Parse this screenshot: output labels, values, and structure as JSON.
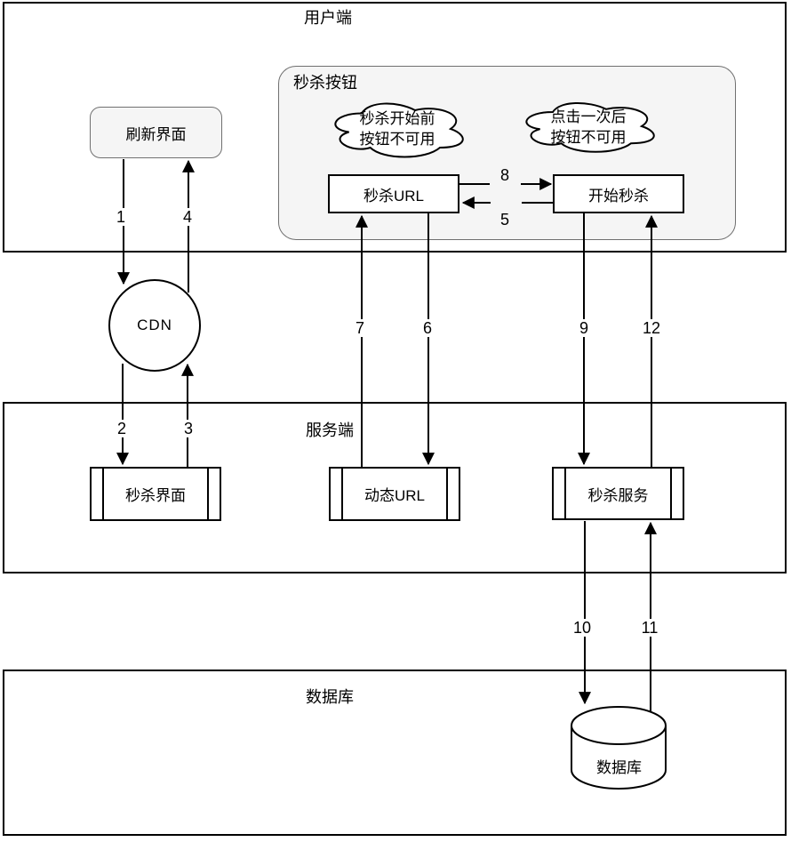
{
  "colors": {
    "section_border": "#000000",
    "group_fill": "#f5f5f5",
    "group_border": "#707070",
    "line": "#000000",
    "node_fill": "#ffffff"
  },
  "sections": {
    "user": {
      "label": "用户端"
    },
    "server": {
      "label": "服务端"
    },
    "database": {
      "label": "数据库"
    }
  },
  "nodes": {
    "refresh_ui": {
      "label": "刷新界面"
    },
    "seckill_button_group": {
      "label": "秒杀按钮"
    },
    "cloud_before": {
      "line1": "秒杀开始前",
      "line2": "按钮不可用"
    },
    "cloud_after": {
      "line1": "点击一次后",
      "line2": "按钮不可用"
    },
    "seckill_url": {
      "label": "秒杀URL"
    },
    "start_seckill": {
      "label": "开始秒杀"
    },
    "cdn": {
      "label": "CDN"
    },
    "seckill_ui": {
      "label": "秒杀界面"
    },
    "dynamic_url": {
      "label": "动态URL"
    },
    "seckill_service": {
      "label": "秒杀服务"
    },
    "database_store": {
      "label": "数据库"
    }
  },
  "arrows": {
    "n1": "1",
    "n2": "2",
    "n3": "3",
    "n4": "4",
    "n5": "5",
    "n6": "6",
    "n7": "7",
    "n8": "8",
    "n9": "9",
    "n10": "10",
    "n11": "11",
    "n12": "12"
  }
}
